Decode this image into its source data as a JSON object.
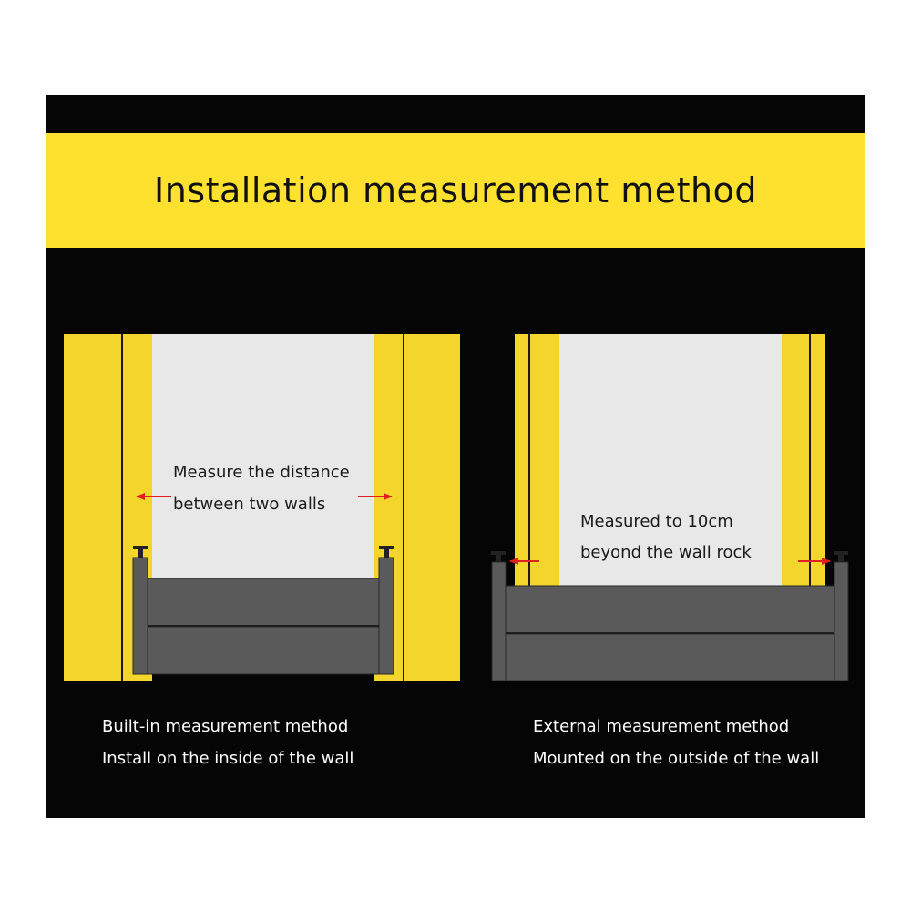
{
  "title": "Installation measurement method",
  "colors": {
    "background": "#050505",
    "banner": "#fde12e",
    "wall": "#f3d52c",
    "opening": "#e8e8e8",
    "barrier": "#5a5a5a",
    "arrow": "#e02020"
  },
  "left_diagram": {
    "label_line1": "Measure the distance",
    "label_line2": "between two walls",
    "caption_line1": "Built-in measurement method",
    "caption_line2": "Install on the inside of the wall"
  },
  "right_diagram": {
    "label_line1": "Measured to 10cm",
    "label_line2": "beyond the wall rock",
    "caption_line1": "External measurement method",
    "caption_line2": "Mounted on the outside of the wall"
  }
}
